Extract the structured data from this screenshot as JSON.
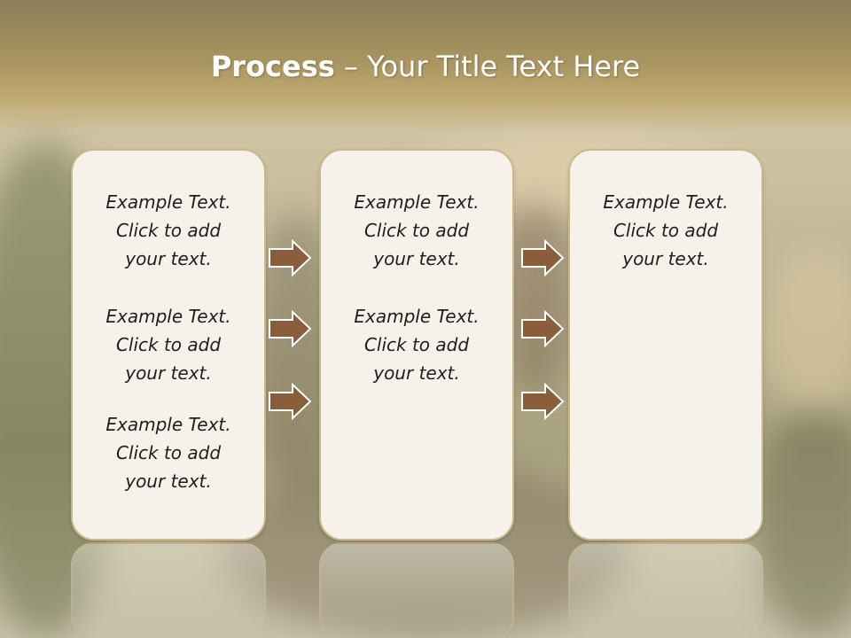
{
  "slide": {
    "title_bold": "Process",
    "title_rest": "– Your Title Text Here"
  },
  "columns": [
    {
      "paragraphs": [
        [
          "Example Text.",
          "Click  to add",
          "your text."
        ],
        [
          "Example Text.",
          "Click  to add",
          "your text."
        ],
        [
          "Example Text.",
          "Click  to add",
          "your text."
        ]
      ]
    },
    {
      "paragraphs": [
        [
          "Example Text.",
          "Click  to add",
          "your text."
        ],
        [
          "Example Text.",
          "Click  to add",
          "your text."
        ]
      ]
    },
    {
      "paragraphs": [
        [
          "Example Text.",
          "Click  to add",
          "your text."
        ]
      ]
    }
  ],
  "icons": {
    "arrow": "arrow-right-icon"
  },
  "colors": {
    "arrow_fill": "#8a5e3b",
    "arrow_stroke": "#ffffff",
    "box_fill": "#f6f2ea",
    "box_border": "#c9b98a"
  }
}
